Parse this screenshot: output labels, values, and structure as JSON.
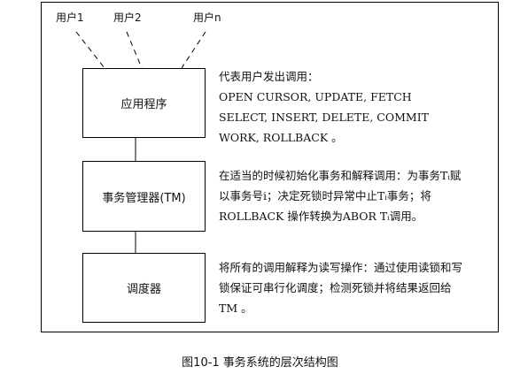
{
  "users": [
    "用户1",
    "用户2",
    "用户n"
  ],
  "boxes": {
    "app": "应用程序",
    "tm": "事务管理器(TM)",
    "scheduler": "调度器"
  },
  "descriptions": {
    "app": [
      "代表用户发出调用：",
      "OPEN CURSOR, UPDATE, FETCH",
      "SELECT, INSERT, DELETE, COMMIT",
      "WORK, ROLLBACK 。"
    ],
    "tm": [
      "在适当的时候初始化事务和解释调用：为事务Tᵢ赋",
      "以事务号i；决定死锁时异常中止Tᵢ事务；将",
      "ROLLBACK 操作转换为ABOR Tᵢ调用。"
    ],
    "scheduler": [
      "将所有的调用解释为读写操作：通过使用读锁和写",
      "锁保证可串行化调度；检测死锁并将结果返回给",
      "TM 。"
    ]
  },
  "caption": "图10-1   事务系统的层次结构图"
}
